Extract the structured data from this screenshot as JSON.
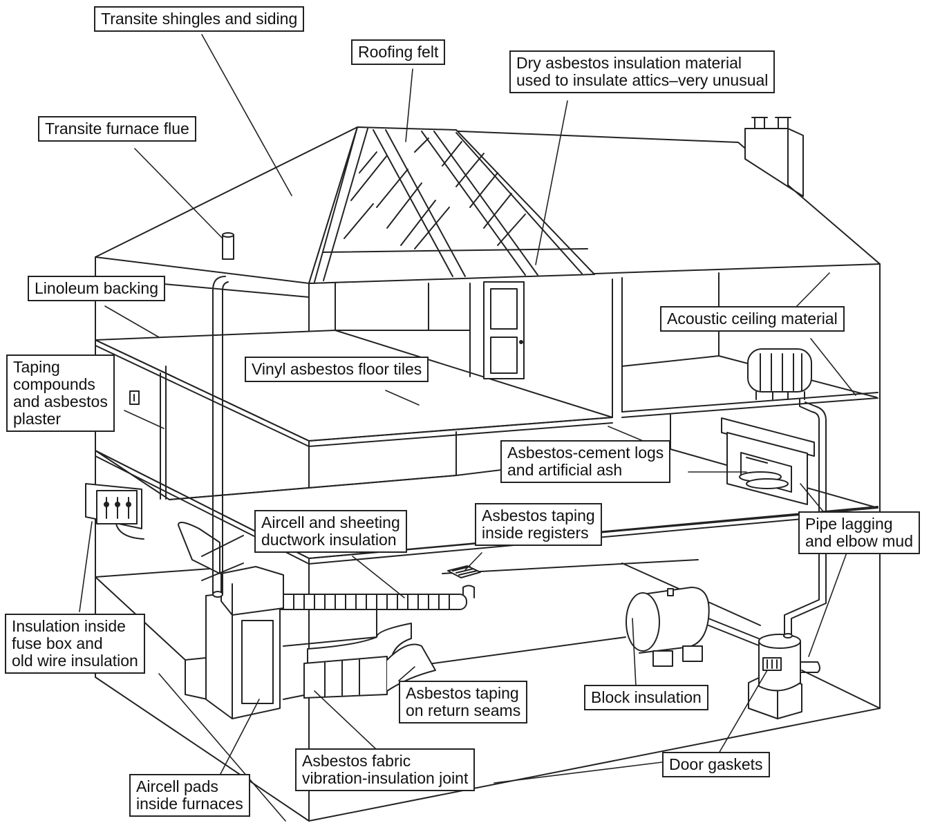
{
  "labels": {
    "transite_shingles": "Transite shingles and siding",
    "roofing_felt": "Roofing felt",
    "dry_asbestos": "Dry asbestos insulation material\nused to insulate attics–very unusual",
    "transite_flue": "Transite furnace flue",
    "linoleum": "Linoleum backing",
    "acoustic": "Acoustic ceiling material",
    "taping_compounds": "Taping\ncompounds\nand asbestos\nplaster",
    "vinyl_tiles": "Vinyl asbestos floor tiles",
    "cement_logs": "Asbestos-cement logs\nand artificial ash",
    "aircell_ductwork": "Aircell and sheeting\nductwork insulation",
    "taping_registers": "Asbestos taping\ninside registers",
    "pipe_lagging": "Pipe lagging\nand elbow mud",
    "fuse_box": "Insulation inside\nfuse box and\nold wire insulation",
    "return_seams": "Asbestos taping\non return seams",
    "block_insulation": "Block insulation",
    "fabric_joint": "Asbestos fabric\nvibration-insulation joint",
    "door_gaskets": "Door gaskets",
    "aircell_pads": "Aircell pads\ninside furnaces"
  }
}
